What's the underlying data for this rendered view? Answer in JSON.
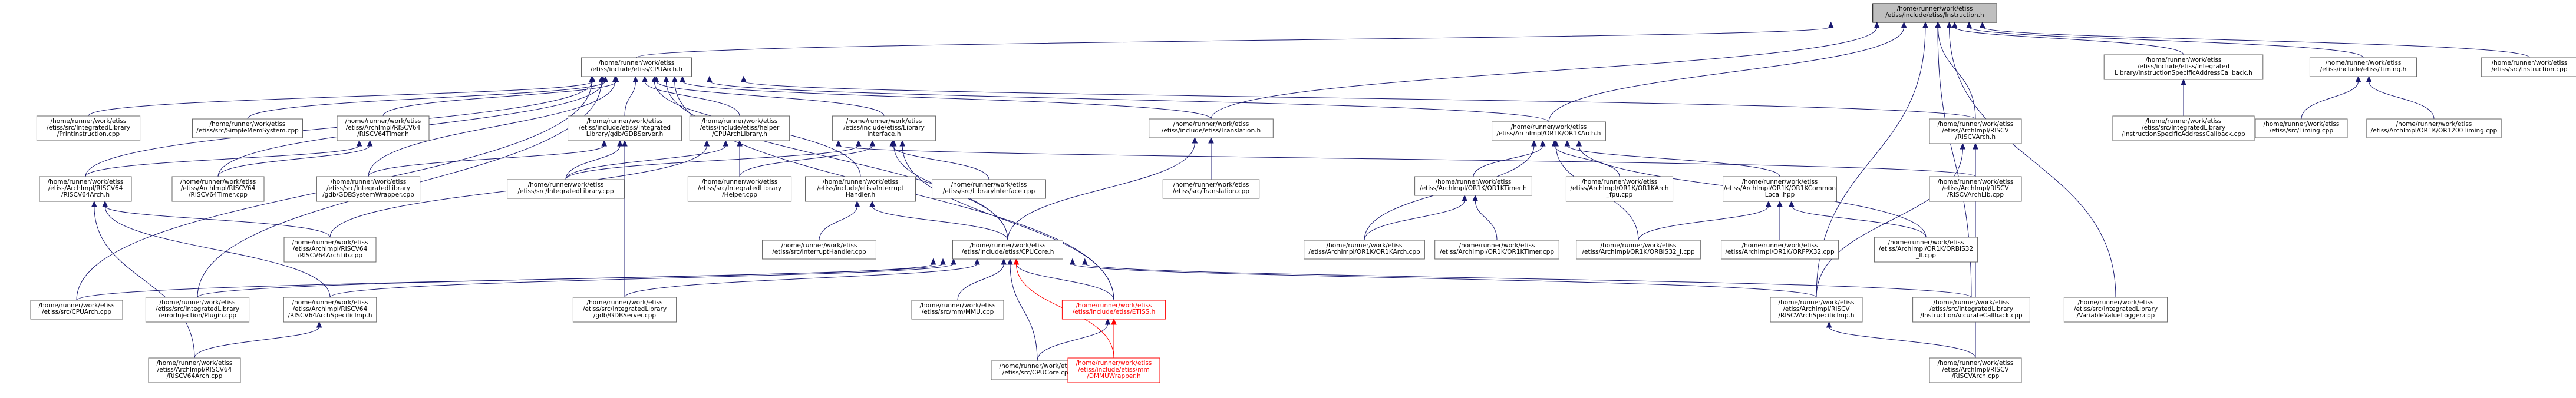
{
  "nodes": {
    "root": "/home/runner/work/etiss/etiss/include/etiss/Instruction.h",
    "cpuarch_h": "/home/runner/work/etiss/etiss/include/etiss/CPUArch.h",
    "or1k_h": "/home/runner/work/etiss/etiss/ArchImpl/OR1K/OR1KArch.h",
    "riscvarch_h": "/home/runner/work/etiss/etiss/ArchImpl/RISCV/RISCVArch.h",
    "isac_h": "/home/runner/work/etiss/etiss/include/etiss/Integrated Library/InstructionSpecificAddressCallback.h",
    "timing_h": "/home/runner/work/etiss/etiss/include/etiss/Timing.h",
    "instruction_cpp": "/home/runner/work/etiss/etiss/src/Instruction.cpp",
    "printinstr": "/home/runner/work/etiss/etiss/src/IntegratedLibrary/PrintInstruction.cpp",
    "simplemem": "/home/runner/work/etiss/etiss/src/SimpleMemSystem.cpp",
    "rv64timer_h": "/home/runner/work/etiss/etiss/ArchImpl/RISCV64/RISCV64Timer.h",
    "gdbserver_h": "/home/runner/work/etiss/etiss/include/etiss/Integrated Library/gdb/GDBServer.h",
    "cpulibrary_h": "/home/runner/work/etiss/etiss/include/etiss/helper/CPUArchLibrary.h",
    "libinterface_h": "/home/runner/work/etiss/etiss/include/etiss/Library Interface.h",
    "translation_h": "/home/runner/work/etiss/etiss/include/etiss/Translation.h",
    "rv64arch_h": "/home/runner/work/etiss/etiss/ArchImpl/RISCV64/RISCV64Arch.h",
    "rv64timer_cpp": "/home/runner/work/etiss/etiss/ArchImpl/RISCV64/RISCV64Timer.cpp",
    "gdbwrapper": "/home/runner/work/etiss/etiss/src/IntegratedLibrary/gdb/GDBSystemWrapper.cpp",
    "intlibrary_cpp": "/home/runner/work/etiss/etiss/src/IntegratedLibrary.cpp",
    "intlibhelper": "/home/runner/work/etiss/etiss/src/IntegratedLibrary/Helper.cpp",
    "interrupthandler_h": "/home/runner/work/etiss/etiss/include/etiss/Interrupt Handler.h",
    "libinterface_cpp": "/home/runner/work/etiss/etiss/src/LibraryInterface.cpp",
    "translation_cpp": "/home/runner/work/etiss/etiss/src/Translation.cpp",
    "or1ktimer_h": "/home/runner/work/etiss/etiss/ArchImpl/OR1K/OR1KTimer.h",
    "or1karch_fpu": "/home/runner/work/etiss/etiss/ArchImpl/OR1K/OR1KArch_fpu.cpp",
    "or1kcommon": "/home/runner/work/etiss/etiss/ArchImpl/OR1K/OR1KCommon Local.hpp",
    "riscvarchlib": "/home/runner/work/etiss/etiss/ArchImpl/RISCV/RISCVArchLib.cpp",
    "rv64archlib": "/home/runner/work/etiss/etiss/ArchImpl/RISCV64/RISCV64ArchLib.cpp",
    "interrupthandler_cpp": "/home/runner/work/etiss/etiss/src/InterruptHandler.cpp",
    "cpucore_h": "/home/runner/work/etiss/etiss/include/etiss/CPUCore.h",
    "or1karch_cpp": "/home/runner/work/etiss/etiss/ArchImpl/OR1K/OR1KArch.cpp",
    "or1ktimer_cpp": "/home/runner/work/etiss/etiss/ArchImpl/OR1K/OR1KTimer.cpp",
    "orbis32i": "/home/runner/work/etiss/etiss/ArchImpl/OR1K/ORBIS32_I.cpp",
    "orfpx32": "/home/runner/work/etiss/etiss/ArchImpl/OR1K/ORFPX32.cpp",
    "orbis32ii": "/home/runner/work/etiss/etiss/ArchImpl/OR1K/ORBIS32_II.cpp",
    "cpuarch_cpp": "/home/runner/work/etiss/etiss/src/CPUArch.cpp",
    "errorinjection": "/home/runner/work/etiss/etiss/src/IntegratedLibrary/errorInjection/Plugin.cpp",
    "rv64archspecimp_h": "/home/runner/work/etiss/etiss/ArchImpl/RISCV64/RISCV64ArchSpecificImp.h",
    "gdbserver_cpp": "/home/runner/work/etiss/etiss/src/IntegratedLibrary/gdb/GDBServer.cpp",
    "mmu_cpp": "/home/runner/work/etiss/etiss/src/mm/MMU.cpp",
    "etiss_h": "/home/runner/work/etiss/etiss/include/etiss/ETISS.h",
    "riscvarchspecimp_h": "/home/runner/work/etiss/etiss/ArchImpl/RISCV/RISCVArchSpecificImp.h",
    "iacallback": "/home/runner/work/etiss/etiss/src/IntegratedLibrary/InstructionAccurateCallback.cpp",
    "varvaluelogger": "/home/runner/work/etiss/etiss/src/IntegratedLibrary/VariableValueLogger.cpp",
    "rv64arch_cpp": "/home/runner/work/etiss/etiss/ArchImpl/RISCV64/RISCV64Arch.cpp",
    "cpucore_cpp": "/home/runner/work/etiss/etiss/src/CPUCore.cpp",
    "dmmuwrapper_h": "/home/runner/work/etiss/etiss/include/etiss/mm/DMMUWrapper.h",
    "riscvarch_cpp": "/home/runner/work/etiss/etiss/ArchImpl/RISCV/RISCVArch.cpp",
    "isac_cpp": "/home/runner/work/etiss/etiss/src/IntegratedLibrary/InstructionSpecificAddressCallback.cpp",
    "timing_cpp": "/home/runner/work/etiss/etiss/src/Timing.cpp",
    "or1200timing": "/home/runner/work/etiss/etiss/ArchImpl/OR1K/OR1200Timing.cpp"
  }
}
